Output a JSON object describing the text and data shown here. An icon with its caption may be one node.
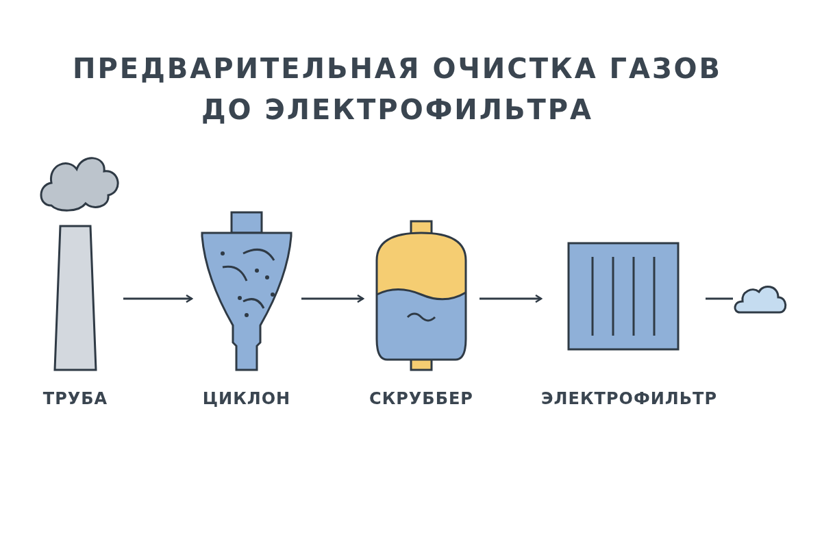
{
  "diagram": {
    "title": "ПРЕДВАРИТЕЛЬНАЯ ОЧИСТКА ГАЗОВ ДО ЭЛЕКТРОФИЛЬТРА",
    "nodes": [
      {
        "text": [
          "ТРУБА"
        ]
      },
      {
        "text": [
          "ЦИКЛОН"
        ]
      },
      {
        "text": [
          "СКРУББЕР"
        ]
      },
      {
        "text": [
          "ЭЛЕКТРОФИЛЬТР"
        ]
      },
      {
        "text": [],
        "shape": "cloud"
      }
    ],
    "edges": [
      {
        "from": 0,
        "to": 1,
        "arrow": "to"
      },
      {
        "from": 1,
        "to": 2,
        "arrow": "to"
      },
      {
        "from": 2,
        "to": 3,
        "arrow": "to"
      },
      {
        "from": 3,
        "to": 4,
        "arrow": "none"
      }
    ]
  }
}
